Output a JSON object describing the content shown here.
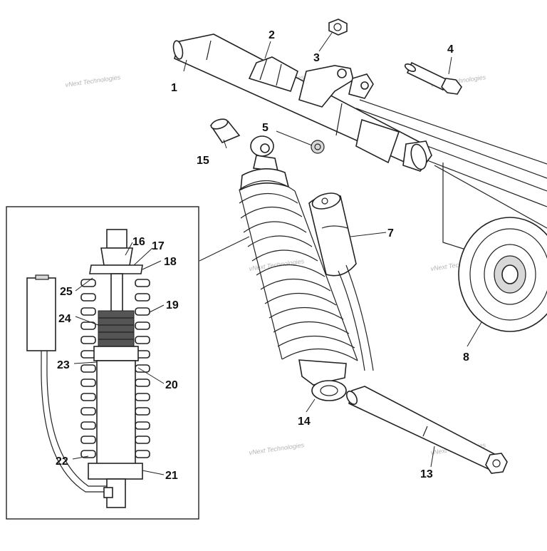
{
  "diagram": {
    "watermark": "vNext Technologies",
    "callouts": [
      {
        "id": "1",
        "label": "1"
      },
      {
        "id": "2",
        "label": "2"
      },
      {
        "id": "3",
        "label": "3"
      },
      {
        "id": "4",
        "label": "4"
      },
      {
        "id": "5",
        "label": "5"
      },
      {
        "id": "7",
        "label": "7"
      },
      {
        "id": "8",
        "label": "8"
      },
      {
        "id": "13",
        "label": "13"
      },
      {
        "id": "14",
        "label": "14"
      },
      {
        "id": "15",
        "label": "15"
      },
      {
        "id": "16",
        "label": "16"
      },
      {
        "id": "17",
        "label": "17"
      },
      {
        "id": "18",
        "label": "18"
      },
      {
        "id": "19",
        "label": "19"
      },
      {
        "id": "20",
        "label": "20"
      },
      {
        "id": "21",
        "label": "21"
      },
      {
        "id": "22",
        "label": "22"
      },
      {
        "id": "23",
        "label": "23"
      },
      {
        "id": "24",
        "label": "24"
      },
      {
        "id": "25",
        "label": "25"
      }
    ]
  }
}
